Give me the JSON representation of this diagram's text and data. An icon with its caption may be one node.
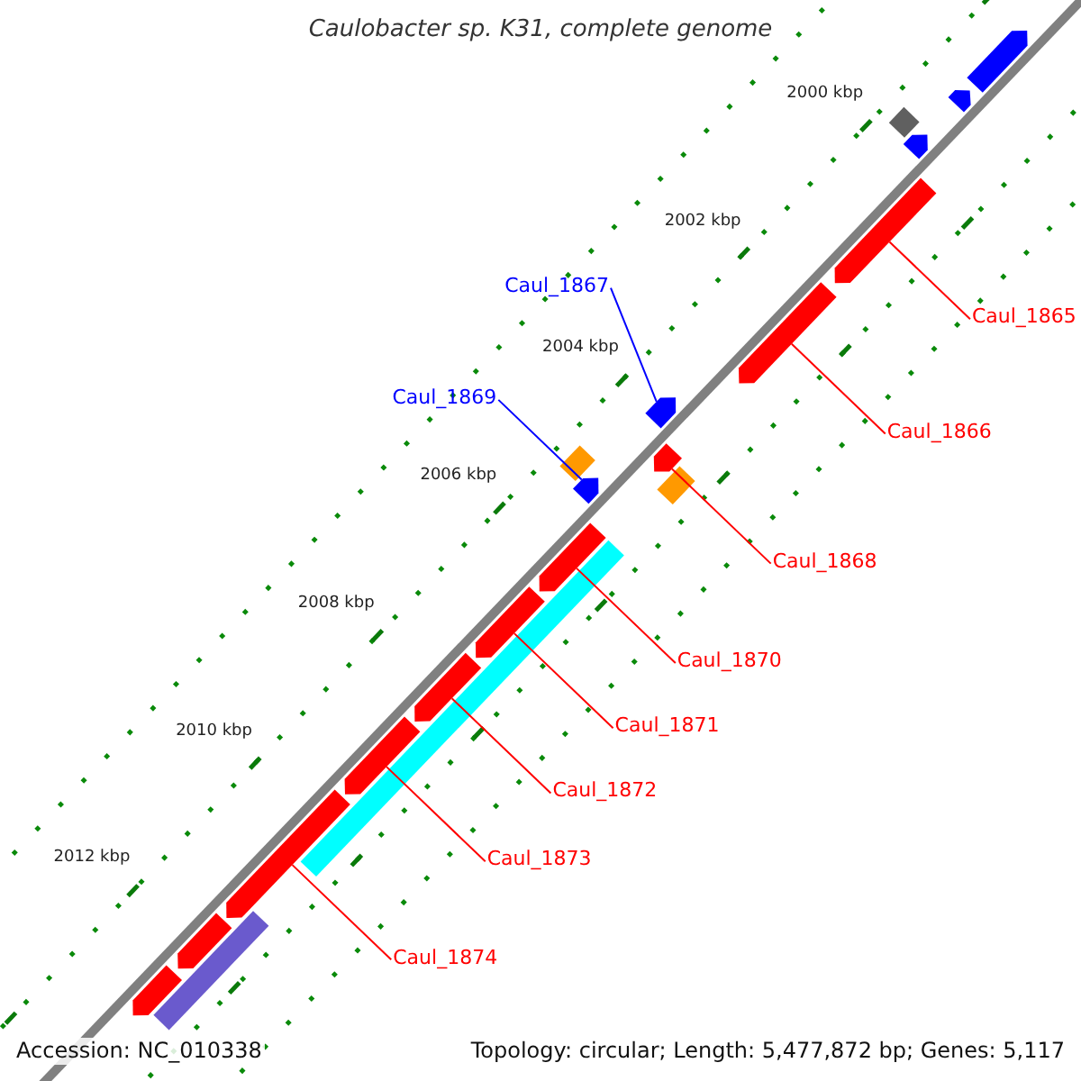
{
  "diagram": {
    "title": "Caulobacter sp. K31, complete genome",
    "nodes": [
      {
        "text": [
          "Caul_1865"
        ]
      },
      {
        "text": [],
        "shape": "arrow"
      },
      {
        "text": [
          "Caul_1866"
        ]
      },
      {
        "text": [],
        "shape": "arrow"
      },
      {
        "text": [
          "Caul_1867"
        ]
      },
      {
        "text": [],
        "shape": "arrow"
      },
      {
        "text": [
          "Caul_1868"
        ]
      },
      {
        "text": [],
        "shape": "arrow"
      },
      {
        "text": [
          "Caul_1869"
        ]
      },
      {
        "text": [],
        "shape": "arrow"
      },
      {
        "text": [
          "Caul_1870"
        ]
      },
      {
        "text": [],
        "shape": "arrow"
      },
      {
        "text": [
          "Caul_1871"
        ]
      },
      {
        "text": [],
        "shape": "arrow"
      },
      {
        "text": [
          "Caul_1872"
        ]
      },
      {
        "text": [],
        "shape": "arrow"
      },
      {
        "text": [
          "Caul_1873"
        ]
      },
      {
        "text": [],
        "shape": "arrow"
      },
      {
        "text": [
          "Caul_1874"
        ]
      },
      {
        "text": [],
        "shape": "arrow"
      },
      {
        "text": [],
        "shape": "arrow"
      },
      {
        "text": [],
        "shape": "arrow"
      },
      {
        "text": [],
        "shape": "diamond"
      },
      {
        "text": [],
        "shape": "arrow"
      },
      {
        "text": [],
        "shape": "box"
      },
      {
        "text": [],
        "shape": "box"
      },
      {
        "text": [],
        "shape": "box"
      },
      {
        "text": [],
        "shape": "box"
      },
      {
        "text": [],
        "shape": "arrow"
      },
      {
        "text": [],
        "shape": "arrow"
      }
    ],
    "edges": [
      {
        "from": 0,
        "to": 1,
        "arrow": "none"
      },
      {
        "from": 2,
        "to": 3,
        "arrow": "none"
      },
      {
        "from": 4,
        "to": 5,
        "arrow": "none",
        "color": "#0000ff"
      },
      {
        "from": 6,
        "to": 7,
        "arrow": "none"
      },
      {
        "from": 8,
        "to": 9,
        "arrow": "none",
        "color": "#0000ff"
      },
      {
        "from": 10,
        "to": 11,
        "arrow": "none"
      },
      {
        "from": 12,
        "to": 13,
        "arrow": "none"
      },
      {
        "from": 14,
        "to": 15,
        "arrow": "none"
      },
      {
        "from": 16,
        "to": 17,
        "arrow": "none"
      },
      {
        "from": 18,
        "to": 19,
        "arrow": "none"
      }
    ],
    "labels": [
      "2000 kbp",
      "2002 kbp",
      "2004 kbp",
      "2006 kbp",
      "2008 kbp",
      "2010 kbp",
      "2012 kbp",
      "Accession: NC_010338",
      "Topology: circular; Length: 5,477,872 bp; Genes: 5,117"
    ]
  }
}
